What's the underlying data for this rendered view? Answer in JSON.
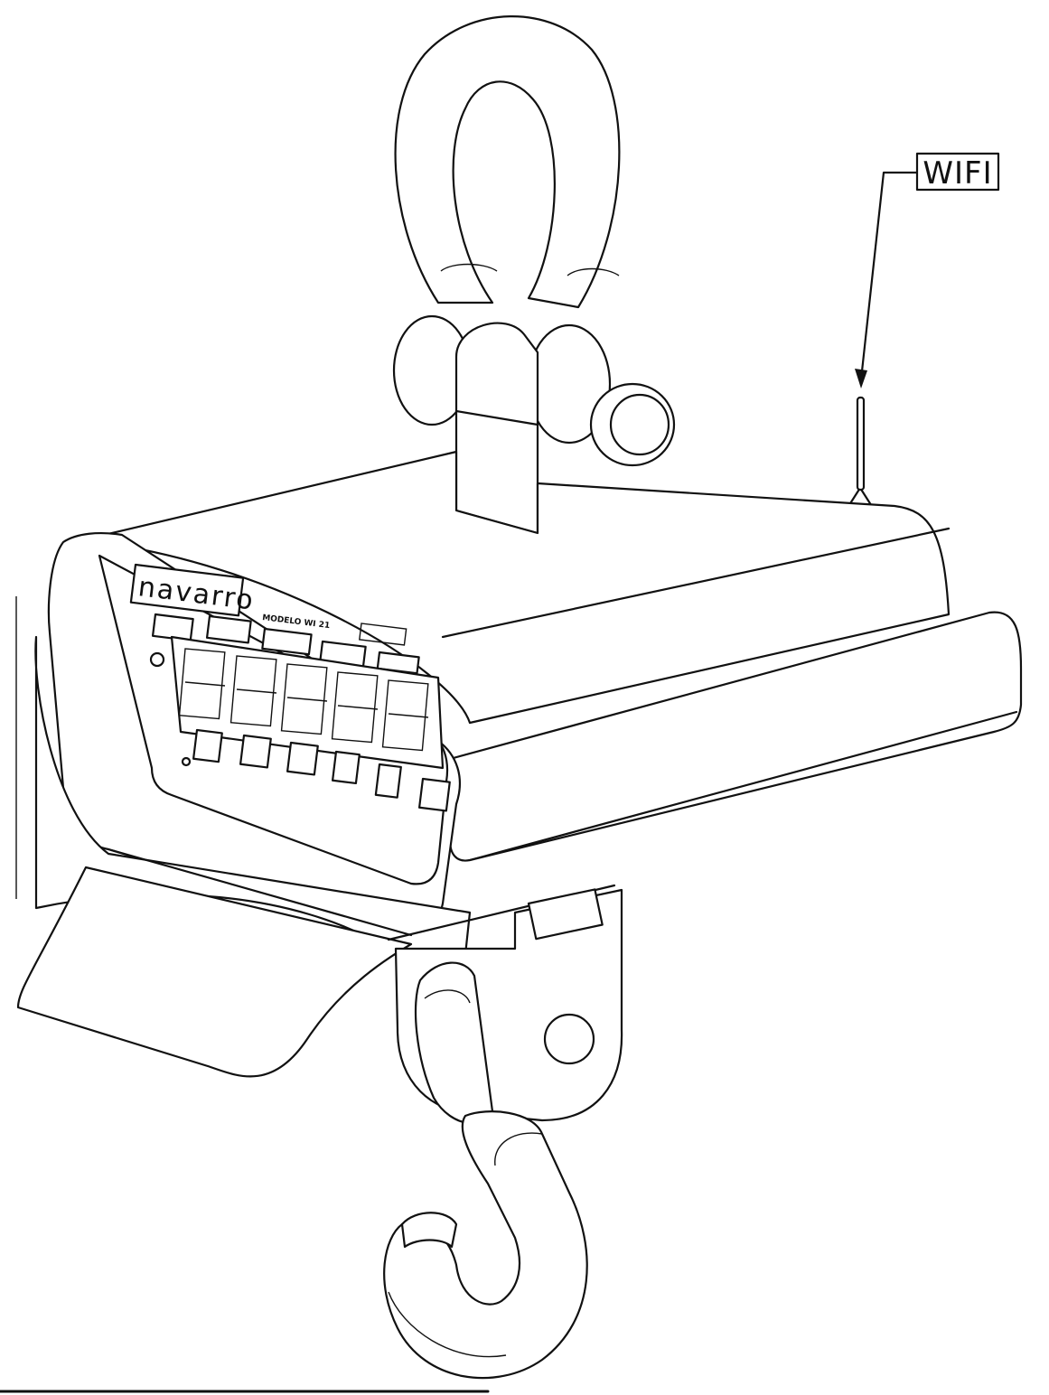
{
  "callout": {
    "label": "WIFI"
  },
  "display_panel": {
    "brand": "navarro",
    "model": "MODELO WI 21"
  },
  "colors": {
    "line": "#111111",
    "background": "#ffffff"
  }
}
